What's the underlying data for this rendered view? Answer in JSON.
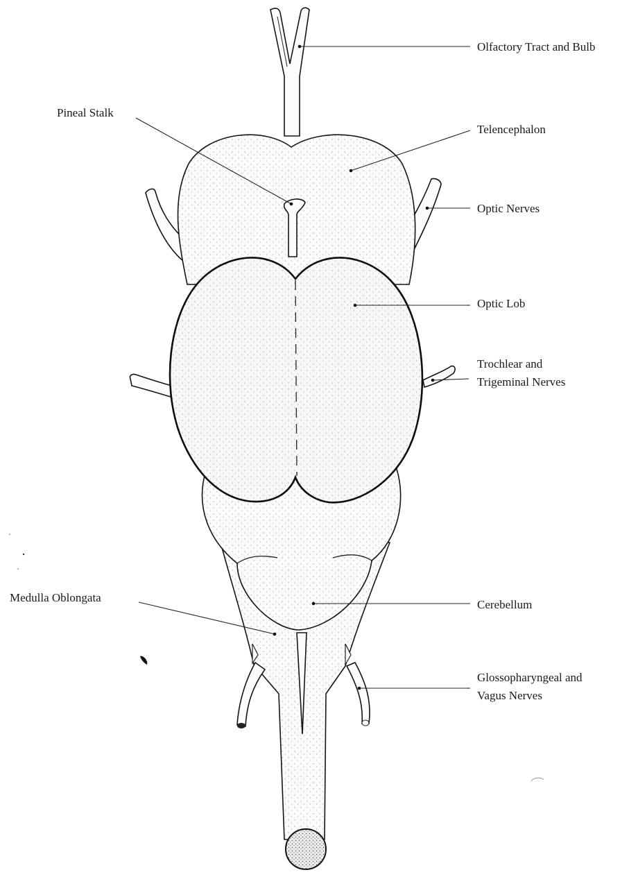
{
  "diagram": {
    "labels": {
      "olfactory": "Olfactory Tract and Bulb",
      "pineal": "Pineal Stalk",
      "telencephalon": "Telencephalon",
      "optic_nerves": "Optic Nerves",
      "optic_lob": "Optic Lob",
      "trochlear_line1": "Trochlear and",
      "trochlear_line2": "Trigeminal Nerves",
      "medulla": "Medulla Oblongata",
      "cerebellum": "Cerebellum",
      "glosso_line1": "Glossopharyngeal and",
      "glosso_line2": "Vagus Nerves"
    },
    "colors": {
      "ink": "#141414",
      "fill": "#fbfbfb",
      "background": "#ffffff"
    }
  }
}
